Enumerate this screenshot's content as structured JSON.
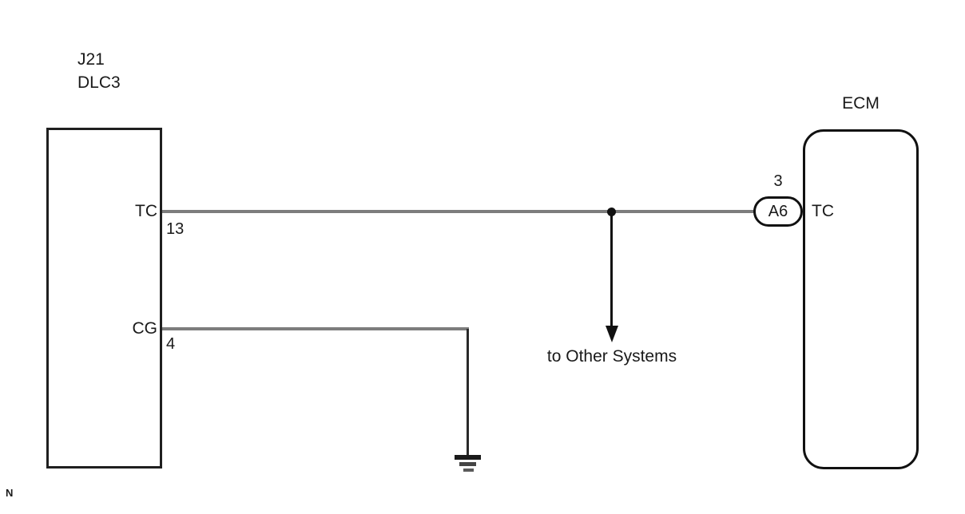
{
  "diagram": {
    "left_connector": {
      "ref": "J21",
      "name": "DLC3",
      "pins": [
        {
          "label": "TC",
          "number": "13"
        },
        {
          "label": "CG",
          "number": "4"
        }
      ]
    },
    "right_module": {
      "name": "ECM",
      "connector_terminal": "A6",
      "terminal_number": "3",
      "pin_label": "TC"
    },
    "branch_label": "to Other Systems",
    "page_marker": "N",
    "colors": {
      "wire_gray": "#7d7d7d",
      "line_black": "#111111"
    }
  }
}
